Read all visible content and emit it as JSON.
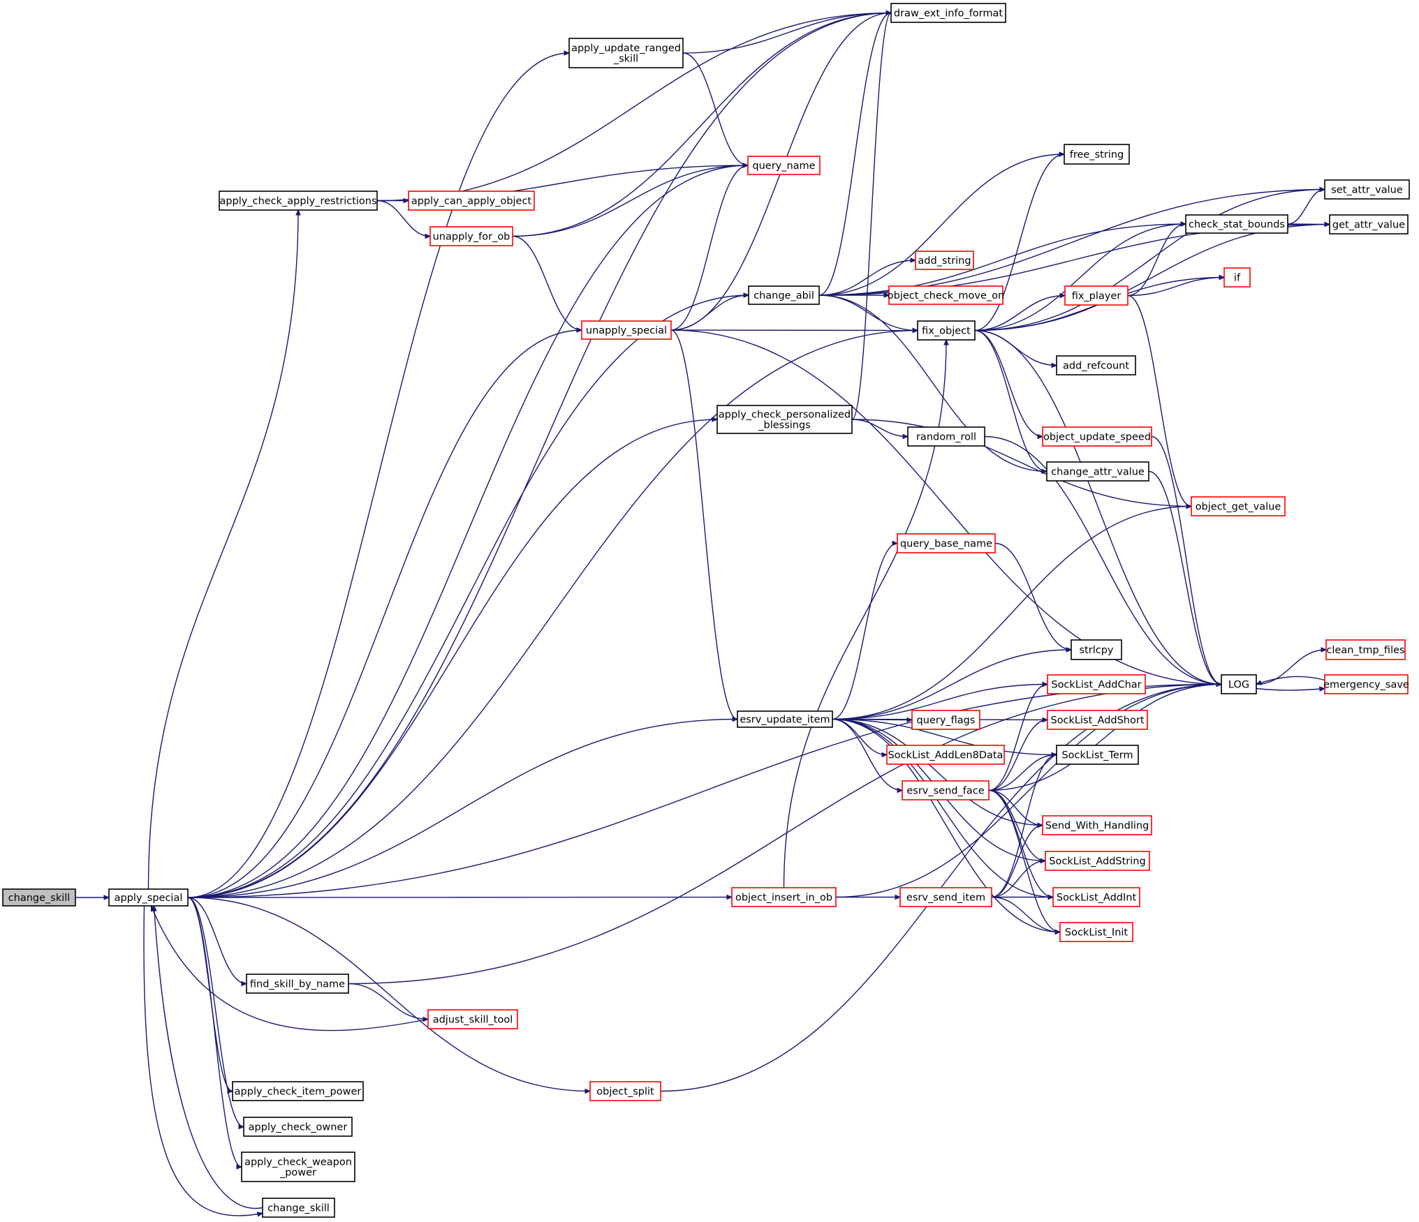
{
  "graph": {
    "title": "",
    "colors": {
      "edge": "#191970",
      "node_border_normal": "#000000",
      "node_border_truncated": "#ff0000",
      "node_fill": "#ffffff",
      "root_fill": "#bfbfbf"
    },
    "nodes": [
      {
        "id": "root",
        "lines": [
          "change_skill"
        ],
        "style": "root"
      },
      {
        "id": "apply_special",
        "lines": [
          "apply_special"
        ],
        "style": "normal"
      },
      {
        "id": "draw_ext_info_format",
        "lines": [
          "draw_ext_info_format"
        ],
        "style": "normal"
      },
      {
        "id": "apply_update_ranged_skill",
        "lines": [
          "apply_update_ranged",
          "_skill"
        ],
        "style": "normal"
      },
      {
        "id": "query_name",
        "lines": [
          "query_name"
        ],
        "style": "truncated"
      },
      {
        "id": "apply_check_apply_restrictions",
        "lines": [
          "apply_check_apply_restrictions"
        ],
        "style": "normal"
      },
      {
        "id": "apply_can_apply_object",
        "lines": [
          "apply_can_apply_object"
        ],
        "style": "truncated"
      },
      {
        "id": "unapply_for_ob",
        "lines": [
          "unapply_for_ob"
        ],
        "style": "truncated"
      },
      {
        "id": "unapply_special",
        "lines": [
          "unapply_special"
        ],
        "style": "truncated"
      },
      {
        "id": "change_abil",
        "lines": [
          "change_abil"
        ],
        "style": "normal"
      },
      {
        "id": "free_string",
        "lines": [
          "free_string"
        ],
        "style": "normal"
      },
      {
        "id": "set_attr_value",
        "lines": [
          "set_attr_value"
        ],
        "style": "normal"
      },
      {
        "id": "check_stat_bounds",
        "lines": [
          "check_stat_bounds"
        ],
        "style": "normal"
      },
      {
        "id": "get_attr_value",
        "lines": [
          "get_attr_value"
        ],
        "style": "normal"
      },
      {
        "id": "add_string",
        "lines": [
          "add_string"
        ],
        "style": "truncated"
      },
      {
        "id": "if",
        "lines": [
          "if"
        ],
        "style": "truncated"
      },
      {
        "id": "object_check_move_on",
        "lines": [
          "object_check_move_on"
        ],
        "style": "truncated"
      },
      {
        "id": "fix_player",
        "lines": [
          "fix_player"
        ],
        "style": "truncated"
      },
      {
        "id": "fix_object",
        "lines": [
          "fix_object"
        ],
        "style": "normal"
      },
      {
        "id": "add_refcount",
        "lines": [
          "add_refcount"
        ],
        "style": "normal"
      },
      {
        "id": "apply_check_personalized_blessings",
        "lines": [
          "apply_check_personalized",
          "_blessings"
        ],
        "style": "normal"
      },
      {
        "id": "object_update_speed",
        "lines": [
          "object_update_speed"
        ],
        "style": "truncated"
      },
      {
        "id": "random_roll",
        "lines": [
          "random_roll"
        ],
        "style": "normal"
      },
      {
        "id": "change_attr_value",
        "lines": [
          "change_attr_value"
        ],
        "style": "normal"
      },
      {
        "id": "object_get_value",
        "lines": [
          "object_get_value"
        ],
        "style": "truncated"
      },
      {
        "id": "query_base_name",
        "lines": [
          "query_base_name"
        ],
        "style": "truncated"
      },
      {
        "id": "strlcpy",
        "lines": [
          "strlcpy"
        ],
        "style": "normal"
      },
      {
        "id": "clean_tmp_files",
        "lines": [
          "clean_tmp_files"
        ],
        "style": "truncated"
      },
      {
        "id": "SockList_AddChar",
        "lines": [
          "SockList_AddChar"
        ],
        "style": "truncated"
      },
      {
        "id": "LOG",
        "lines": [
          "LOG"
        ],
        "style": "normal"
      },
      {
        "id": "emergency_save",
        "lines": [
          "emergency_save"
        ],
        "style": "truncated"
      },
      {
        "id": "esrv_update_item",
        "lines": [
          "esrv_update_item"
        ],
        "style": "normal"
      },
      {
        "id": "query_flags",
        "lines": [
          "query_flags"
        ],
        "style": "truncated"
      },
      {
        "id": "SockList_AddShort",
        "lines": [
          "SockList_AddShort"
        ],
        "style": "truncated"
      },
      {
        "id": "SockList_AddLen8Data",
        "lines": [
          "SockList_AddLen8Data"
        ],
        "style": "truncated"
      },
      {
        "id": "SockList_Term",
        "lines": [
          "SockList_Term"
        ],
        "style": "normal"
      },
      {
        "id": "esrv_send_face",
        "lines": [
          "esrv_send_face"
        ],
        "style": "truncated"
      },
      {
        "id": "Send_With_Handling",
        "lines": [
          "Send_With_Handling"
        ],
        "style": "truncated"
      },
      {
        "id": "SockList_AddString",
        "lines": [
          "SockList_AddString"
        ],
        "style": "truncated"
      },
      {
        "id": "object_insert_in_ob",
        "lines": [
          "object_insert_in_ob"
        ],
        "style": "truncated"
      },
      {
        "id": "esrv_send_item",
        "lines": [
          "esrv_send_item"
        ],
        "style": "truncated"
      },
      {
        "id": "SockList_AddInt",
        "lines": [
          "SockList_AddInt"
        ],
        "style": "truncated"
      },
      {
        "id": "SockList_Init",
        "lines": [
          "SockList_Init"
        ],
        "style": "truncated"
      },
      {
        "id": "find_skill_by_name",
        "lines": [
          "find_skill_by_name"
        ],
        "style": "normal"
      },
      {
        "id": "adjust_skill_tool",
        "lines": [
          "adjust_skill_tool"
        ],
        "style": "truncated"
      },
      {
        "id": "object_split",
        "lines": [
          "object_split"
        ],
        "style": "truncated"
      },
      {
        "id": "apply_check_item_power",
        "lines": [
          "apply_check_item_power"
        ],
        "style": "normal"
      },
      {
        "id": "apply_check_owner",
        "lines": [
          "apply_check_owner"
        ],
        "style": "normal"
      },
      {
        "id": "apply_check_weapon_power",
        "lines": [
          "apply_check_weapon",
          "_power"
        ],
        "style": "normal"
      },
      {
        "id": "change_skill",
        "lines": [
          "change_skill"
        ],
        "style": "normal"
      }
    ],
    "edges": [
      [
        "root",
        "apply_special"
      ],
      [
        "apply_special",
        "draw_ext_info_format"
      ],
      [
        "apply_special",
        "apply_update_ranged_skill"
      ],
      [
        "apply_special",
        "query_name"
      ],
      [
        "apply_special",
        "apply_check_apply_restrictions"
      ],
      [
        "apply_special",
        "change_abil"
      ],
      [
        "apply_special",
        "unapply_special"
      ],
      [
        "apply_special",
        "fix_object"
      ],
      [
        "apply_special",
        "apply_check_personalized_blessings"
      ],
      [
        "apply_special",
        "esrv_update_item"
      ],
      [
        "apply_special",
        "object_insert_in_ob"
      ],
      [
        "apply_special",
        "LOG"
      ],
      [
        "apply_special",
        "find_skill_by_name"
      ],
      [
        "apply_special",
        "object_split"
      ],
      [
        "apply_special",
        "apply_check_item_power"
      ],
      [
        "apply_special",
        "apply_check_owner"
      ],
      [
        "apply_special",
        "apply_check_weapon_power"
      ],
      [
        "apply_special",
        "change_skill"
      ],
      [
        "change_skill",
        "apply_special"
      ],
      [
        "adjust_skill_tool",
        "apply_special"
      ],
      [
        "apply_update_ranged_skill",
        "draw_ext_info_format"
      ],
      [
        "apply_update_ranged_skill",
        "query_name"
      ],
      [
        "apply_check_apply_restrictions",
        "draw_ext_info_format"
      ],
      [
        "apply_check_apply_restrictions",
        "query_name"
      ],
      [
        "apply_check_apply_restrictions",
        "apply_can_apply_object"
      ],
      [
        "apply_check_apply_restrictions",
        "unapply_for_ob"
      ],
      [
        "unapply_for_ob",
        "query_name"
      ],
      [
        "unapply_for_ob",
        "draw_ext_info_format"
      ],
      [
        "unapply_for_ob",
        "unapply_special"
      ],
      [
        "unapply_special",
        "query_name"
      ],
      [
        "unapply_special",
        "draw_ext_info_format"
      ],
      [
        "unapply_special",
        "change_abil"
      ],
      [
        "unapply_special",
        "fix_object"
      ],
      [
        "unapply_special",
        "esrv_update_item"
      ],
      [
        "unapply_special",
        "LOG"
      ],
      [
        "change_abil",
        "draw_ext_info_format"
      ],
      [
        "change_abil",
        "set_attr_value"
      ],
      [
        "change_abil",
        "check_stat_bounds"
      ],
      [
        "change_abil",
        "get_attr_value"
      ],
      [
        "change_abil",
        "add_string"
      ],
      [
        "change_abil",
        "object_check_move_on"
      ],
      [
        "change_abil",
        "fix_object"
      ],
      [
        "change_abil",
        "free_string"
      ],
      [
        "change_abil",
        "change_attr_value"
      ],
      [
        "fix_object",
        "free_string"
      ],
      [
        "fix_object",
        "set_attr_value"
      ],
      [
        "fix_object",
        "check_stat_bounds"
      ],
      [
        "fix_object",
        "get_attr_value"
      ],
      [
        "fix_object",
        "if"
      ],
      [
        "fix_object",
        "fix_player"
      ],
      [
        "fix_object",
        "add_refcount"
      ],
      [
        "fix_object",
        "object_update_speed"
      ],
      [
        "fix_object",
        "change_attr_value"
      ],
      [
        "fix_object",
        "LOG"
      ],
      [
        "check_stat_bounds",
        "set_attr_value"
      ],
      [
        "check_stat_bounds",
        "get_attr_value"
      ],
      [
        "fix_player",
        "check_stat_bounds"
      ],
      [
        "fix_player",
        "if"
      ],
      [
        "fix_player",
        "object_get_value"
      ],
      [
        "apply_check_personalized_blessings",
        "draw_ext_info_format"
      ],
      [
        "apply_check_personalized_blessings",
        "random_roll"
      ],
      [
        "apply_check_personalized_blessings",
        "object_get_value"
      ],
      [
        "random_roll",
        "LOG"
      ],
      [
        "object_update_speed",
        "LOG"
      ],
      [
        "change_attr_value",
        "LOG"
      ],
      [
        "LOG",
        "clean_tmp_files"
      ],
      [
        "LOG",
        "emergency_save"
      ],
      [
        "emergency_save",
        "LOG"
      ],
      [
        "query_base_name",
        "strlcpy"
      ],
      [
        "esrv_update_item",
        "object_get_value"
      ],
      [
        "esrv_update_item",
        "query_base_name"
      ],
      [
        "esrv_update_item",
        "strlcpy"
      ],
      [
        "esrv_update_item",
        "SockList_AddChar"
      ],
      [
        "esrv_update_item",
        "SockList_AddShort"
      ],
      [
        "esrv_update_item",
        "SockList_Term"
      ],
      [
        "esrv_update_item",
        "query_flags"
      ],
      [
        "esrv_update_item",
        "SockList_AddLen8Data"
      ],
      [
        "esrv_update_item",
        "esrv_send_face"
      ],
      [
        "esrv_update_item",
        "Send_With_Handling"
      ],
      [
        "esrv_update_item",
        "SockList_AddString"
      ],
      [
        "esrv_update_item",
        "SockList_AddInt"
      ],
      [
        "esrv_update_item",
        "SockList_Init"
      ],
      [
        "esrv_send_face",
        "SockList_AddChar"
      ],
      [
        "esrv_send_face",
        "SockList_AddShort"
      ],
      [
        "esrv_send_face",
        "SockList_Term"
      ],
      [
        "esrv_send_face",
        "LOG"
      ],
      [
        "esrv_send_face",
        "Send_With_Handling"
      ],
      [
        "esrv_send_face",
        "SockList_AddString"
      ],
      [
        "esrv_send_face",
        "SockList_AddInt"
      ],
      [
        "esrv_send_face",
        "SockList_Init"
      ],
      [
        "object_insert_in_ob",
        "fix_object"
      ],
      [
        "object_insert_in_ob",
        "esrv_send_item"
      ],
      [
        "object_insert_in_ob",
        "LOG"
      ],
      [
        "esrv_send_item",
        "SockList_Term"
      ],
      [
        "esrv_send_item",
        "Send_With_Handling"
      ],
      [
        "esrv_send_item",
        "SockList_AddString"
      ],
      [
        "esrv_send_item",
        "SockList_AddInt"
      ],
      [
        "esrv_send_item",
        "SockList_Init"
      ],
      [
        "find_skill_by_name",
        "adjust_skill_tool"
      ],
      [
        "find_skill_by_name",
        "LOG"
      ],
      [
        "object_split",
        "LOG"
      ]
    ]
  }
}
